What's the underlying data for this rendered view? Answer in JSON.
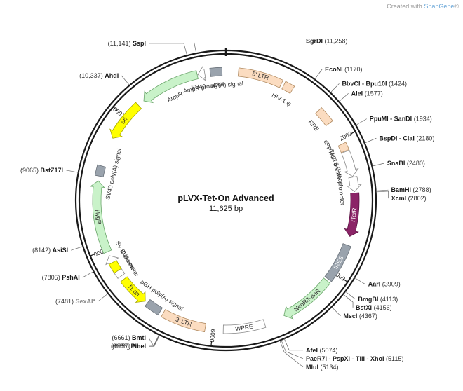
{
  "credit": {
    "prefix": "Created with",
    "brand": "SnapGene",
    "suffix": "®"
  },
  "plasmid": {
    "name": "pLVX-Tet-On Advanced",
    "size": "11,625 bp",
    "length": 11625
  },
  "tick_labels": [
    "2000",
    "4000",
    "6000",
    "8000",
    "10,000"
  ],
  "sites": [
    {
      "name": "SspI",
      "pos": "(11,141)",
      "bp": 11141,
      "side": "left",
      "color": "#1a1a1a"
    },
    {
      "name": "SgrDI",
      "pos": "(11,258)",
      "bp": 11258,
      "side": "right",
      "color": "#1a1a1a"
    },
    {
      "name": "EcoNI",
      "pos": "(1170)",
      "bp": 1170,
      "side": "right",
      "color": "#1a1a1a"
    },
    {
      "name": "BbvCI - Bpu10I",
      "pos": "(1424)",
      "bp": 1424,
      "side": "right",
      "color": "#1a1a1a"
    },
    {
      "name": "AleI",
      "pos": "(1577)",
      "bp": 1577,
      "side": "right",
      "color": "#1a1a1a"
    },
    {
      "name": "PpuMI - SanDI",
      "pos": "(1934)",
      "bp": 1934,
      "side": "right",
      "color": "#1a1a1a"
    },
    {
      "name": "BspDI - ClaI",
      "pos": "(2180)",
      "bp": 2180,
      "side": "right",
      "color": "#1a1a1a"
    },
    {
      "name": "SnaBI",
      "pos": "(2480)",
      "bp": 2480,
      "side": "right",
      "color": "#1a1a1a"
    },
    {
      "name": "BamHI",
      "pos": "(2788)",
      "bp": 2788,
      "side": "right",
      "color": "#1a1a1a"
    },
    {
      "name": "XcmI",
      "pos": "(2802)",
      "bp": 2802,
      "side": "right",
      "color": "#1a1a1a"
    },
    {
      "name": "AarI",
      "pos": "(3909)",
      "bp": 3909,
      "side": "right",
      "color": "#1a1a1a"
    },
    {
      "name": "BmgBI",
      "pos": "(4113)",
      "bp": 4113,
      "side": "right",
      "color": "#1a1a1a"
    },
    {
      "name": "BstXI",
      "pos": "(4156)",
      "bp": 4156,
      "side": "right",
      "color": "#1a1a1a"
    },
    {
      "name": "MscI",
      "pos": "(4367)",
      "bp": 4367,
      "side": "right",
      "color": "#1a1a1a"
    },
    {
      "name": "AfeI",
      "pos": "(5074)",
      "bp": 5074,
      "side": "right",
      "color": "#1a1a1a"
    },
    {
      "name": "PaeR7I - PspXI - TliI - XhoI",
      "pos": "(5115)",
      "bp": 5115,
      "side": "right",
      "color": "#1a1a1a"
    },
    {
      "name": "MluI",
      "pos": "(5134)",
      "bp": 5134,
      "side": "right",
      "color": "#1a1a1a"
    },
    {
      "name": "NheI",
      "pos": "(6657)",
      "bp": 6657,
      "side": "left",
      "color": "#1a1a1a"
    },
    {
      "name": "BmtI",
      "pos": "(6661)",
      "bp": 6661,
      "side": "left",
      "color": "#1a1a1a"
    },
    {
      "name": "PmeI",
      "pos": "(6666)",
      "bp": 6666,
      "side": "left",
      "color": "#1a1a1a"
    },
    {
      "name": "SexAI*",
      "pos": "(7481)",
      "bp": 7481,
      "side": "left",
      "color": "#8a8a8a"
    },
    {
      "name": "PshAI",
      "pos": "(7805)",
      "bp": 7805,
      "side": "left",
      "color": "#1a1a1a"
    },
    {
      "name": "AsiSI",
      "pos": "(8142)",
      "bp": 8142,
      "side": "left",
      "color": "#1a1a1a"
    },
    {
      "name": "BstZ17I",
      "pos": "(9065)",
      "bp": 9065,
      "side": "left",
      "color": "#1a1a1a"
    },
    {
      "name": "AhdI",
      "pos": "(10,337)",
      "bp": 10337,
      "side": "left",
      "color": "#1a1a1a"
    }
  ],
  "features": [
    {
      "label": "5' LTR",
      "start": 180,
      "end": 820,
      "dir": "none",
      "color": "#fbdcc0",
      "stroke": "#b08a60",
      "text_inside": true
    },
    {
      "label": "HIV-1 ψ",
      "start": 860,
      "end": 1000,
      "dir": "none",
      "color": "#fbdcc0",
      "stroke": "#b08a60",
      "text_inside": false
    },
    {
      "label": "RRE",
      "start": 1480,
      "end": 1720,
      "dir": "none",
      "color": "#fbdcc0",
      "stroke": "#b08a60",
      "text_inside": false
    },
    {
      "label": "cPPT/CTS",
      "start": 2070,
      "end": 2180,
      "dir": "none",
      "color": "#fbdcc0",
      "stroke": "#b08a60",
      "text_inside": false
    },
    {
      "label": "CMV enhancer",
      "start": 2190,
      "end": 2560,
      "dir": "cw",
      "color": "#ffffff",
      "stroke": "#888888",
      "text_inside": false
    },
    {
      "label": "CMV promoter",
      "start": 2570,
      "end": 2780,
      "dir": "cw",
      "color": "#ffffff",
      "stroke": "#888888",
      "text_inside": false
    },
    {
      "label": "rTetR",
      "start": 2800,
      "end": 3430,
      "dir": "cw",
      "color": "#8b2467",
      "stroke": "#5a1342",
      "text_inside": true,
      "text_color": "#ffffff"
    },
    {
      "label": "IRES",
      "start": 3560,
      "end": 4120,
      "dir": "none",
      "color": "#9aa3ad",
      "stroke": "#6a727a",
      "text_inside": true,
      "text_color": "#ffffff"
    },
    {
      "label": "NeoR/KanR",
      "start": 4150,
      "end": 4950,
      "dir": "cw",
      "color": "#c9f2c9",
      "stroke": "#6aa56a",
      "text_inside": true
    },
    {
      "label": "WPRE",
      "start": 5250,
      "end": 5850,
      "dir": "none",
      "color": "#ffffff",
      "stroke": "#888888",
      "text_inside": true
    },
    {
      "label": "3' LTR",
      "start": 6110,
      "end": 6750,
      "dir": "none",
      "color": "#fbdcc0",
      "stroke": "#b08a60",
      "text_inside": true
    },
    {
      "label": "bGH poly(A) signal",
      "start": 6800,
      "end": 7020,
      "dir": "none",
      "color": "#9aa3ad",
      "stroke": "#6a727a",
      "text_inside": false
    },
    {
      "label": "f1 ori",
      "start": 7060,
      "end": 7500,
      "dir": "ccw",
      "color": "#ffff00",
      "stroke": "#a5a500",
      "text_inside": true
    },
    {
      "label": "SV40 promoter",
      "start": 7560,
      "end": 7900,
      "dir": "cw",
      "color": "#ffffff",
      "stroke": "#888888",
      "text_inside": false
    },
    {
      "label": "SV40 ori",
      "start": 7650,
      "end": 7790,
      "dir": "none",
      "color": "#ffff00",
      "stroke": "#a5a500",
      "text_inside": false
    },
    {
      "label": "HygR",
      "start": 7960,
      "end": 9000,
      "dir": "cw",
      "color": "#c9f2c9",
      "stroke": "#6aa56a",
      "text_inside": true
    },
    {
      "label": "SV40 poly(A) signal",
      "start": 9070,
      "end": 9220,
      "dir": "none",
      "color": "#9aa3ad",
      "stroke": "#6a727a",
      "text_inside": false
    },
    {
      "label": "ori",
      "start": 9650,
      "end": 10250,
      "dir": "ccw",
      "color": "#ffff00",
      "stroke": "#a5a500",
      "text_inside": true
    },
    {
      "label": "AmpR",
      "start": 10350,
      "end": 11210,
      "dir": "ccw",
      "color": "#c9f2c9",
      "stroke": "#6aa56a",
      "text_inside": false
    },
    {
      "label": "AmpR promoter",
      "start": 11220,
      "end": 11320,
      "dir": "ccw",
      "color": "#ffffff",
      "stroke": "#888888",
      "text_inside": false
    },
    {
      "label": "SV40 poly(A) signal",
      "start": 11400,
      "end": 11570,
      "dir": "none",
      "color": "#9aa3ad",
      "stroke": "#6a727a",
      "text_inside": false
    }
  ]
}
